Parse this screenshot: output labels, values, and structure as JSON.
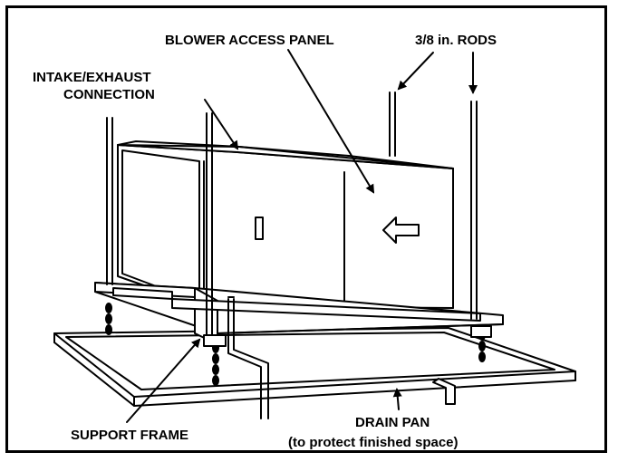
{
  "labels": {
    "blower_access_panel": "BLOWER ACCESS PANEL",
    "rods": "3/8 in. RODS",
    "intake_exhaust_line1": "INTAKE/EXHAUST",
    "intake_exhaust_line2": "CONNECTION",
    "support_frame": "SUPPORT FRAME",
    "drain_pan_line1": "DRAIN PAN",
    "drain_pan_line2": "(to protect finished space)"
  },
  "colors": {
    "ink": "#000000",
    "paper": "#ffffff"
  }
}
